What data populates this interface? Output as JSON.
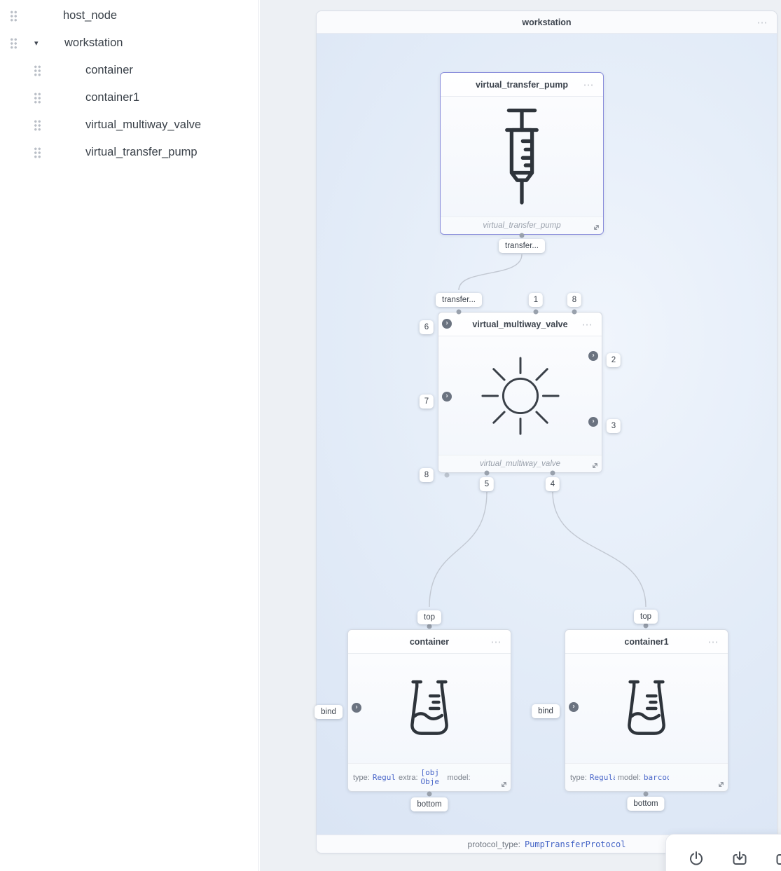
{
  "icons": {
    "menu": "⋯",
    "caret": "▾",
    "chevron": "›"
  },
  "sidebar": {
    "items": [
      {
        "label": "host_node"
      },
      {
        "label": "workstation"
      },
      {
        "label": "container"
      },
      {
        "label": "container1"
      },
      {
        "label": "virtual_multiway_valve"
      },
      {
        "label": "virtual_transfer_pump"
      }
    ]
  },
  "workstation": {
    "title": "workstation",
    "protocol_label": "protocol_type:",
    "protocol_value": "PumpTransferProtocol"
  },
  "pump": {
    "title": "virtual_transfer_pump",
    "footer_label": "virtual_transfer_pump",
    "out_port_label": "transfer..."
  },
  "valve": {
    "title": "virtual_multiway_valve",
    "footer_label": "virtual_multiway_valve",
    "in_port_label": "transfer...",
    "ports": {
      "p1": "1",
      "p8_top": "8",
      "p6": "6",
      "p7": "7",
      "p8_bottom": "8",
      "p2": "2",
      "p3": "3",
      "p5": "5",
      "p4": "4"
    }
  },
  "container": {
    "title": "container",
    "ports": {
      "top": "top",
      "bottom": "bottom",
      "bind": "bind"
    },
    "fields": [
      {
        "label": "type:",
        "value": "Regul"
      },
      {
        "label": "extra:",
        "value": "[obj Obje"
      },
      {
        "label": "model:",
        "value": ""
      }
    ]
  },
  "container1": {
    "title": "container1",
    "ports": {
      "top": "top",
      "bottom": "bottom",
      "bind": "bind"
    },
    "fields": [
      {
        "label": "type:",
        "value": "Regula"
      },
      {
        "label": "model:",
        "value": "barcode"
      }
    ]
  }
}
